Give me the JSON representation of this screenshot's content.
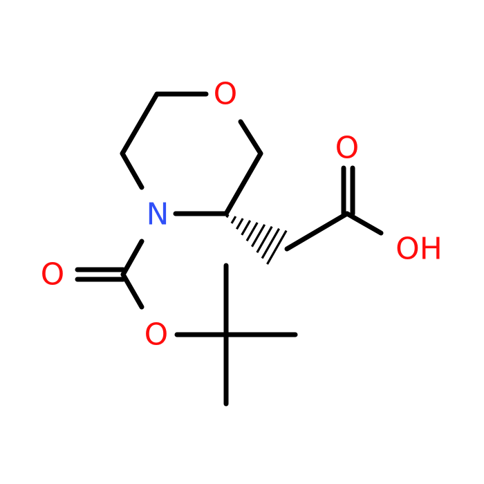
{
  "molecule": {
    "atom_labels": {
      "ring_oxygen": "O",
      "ring_nitrogen": "N",
      "acid_carbonyl_oxygen": "O",
      "acid_hydroxyl": "OH",
      "boc_carbonyl_oxygen": "O",
      "boc_ester_oxygen": "O"
    },
    "colors": {
      "oxygen": "#ff0d0d",
      "nitrogen": "#3050f8",
      "bond": "#000000",
      "background": "#ffffff"
    },
    "stereo_bond": "hashed-wedge"
  }
}
